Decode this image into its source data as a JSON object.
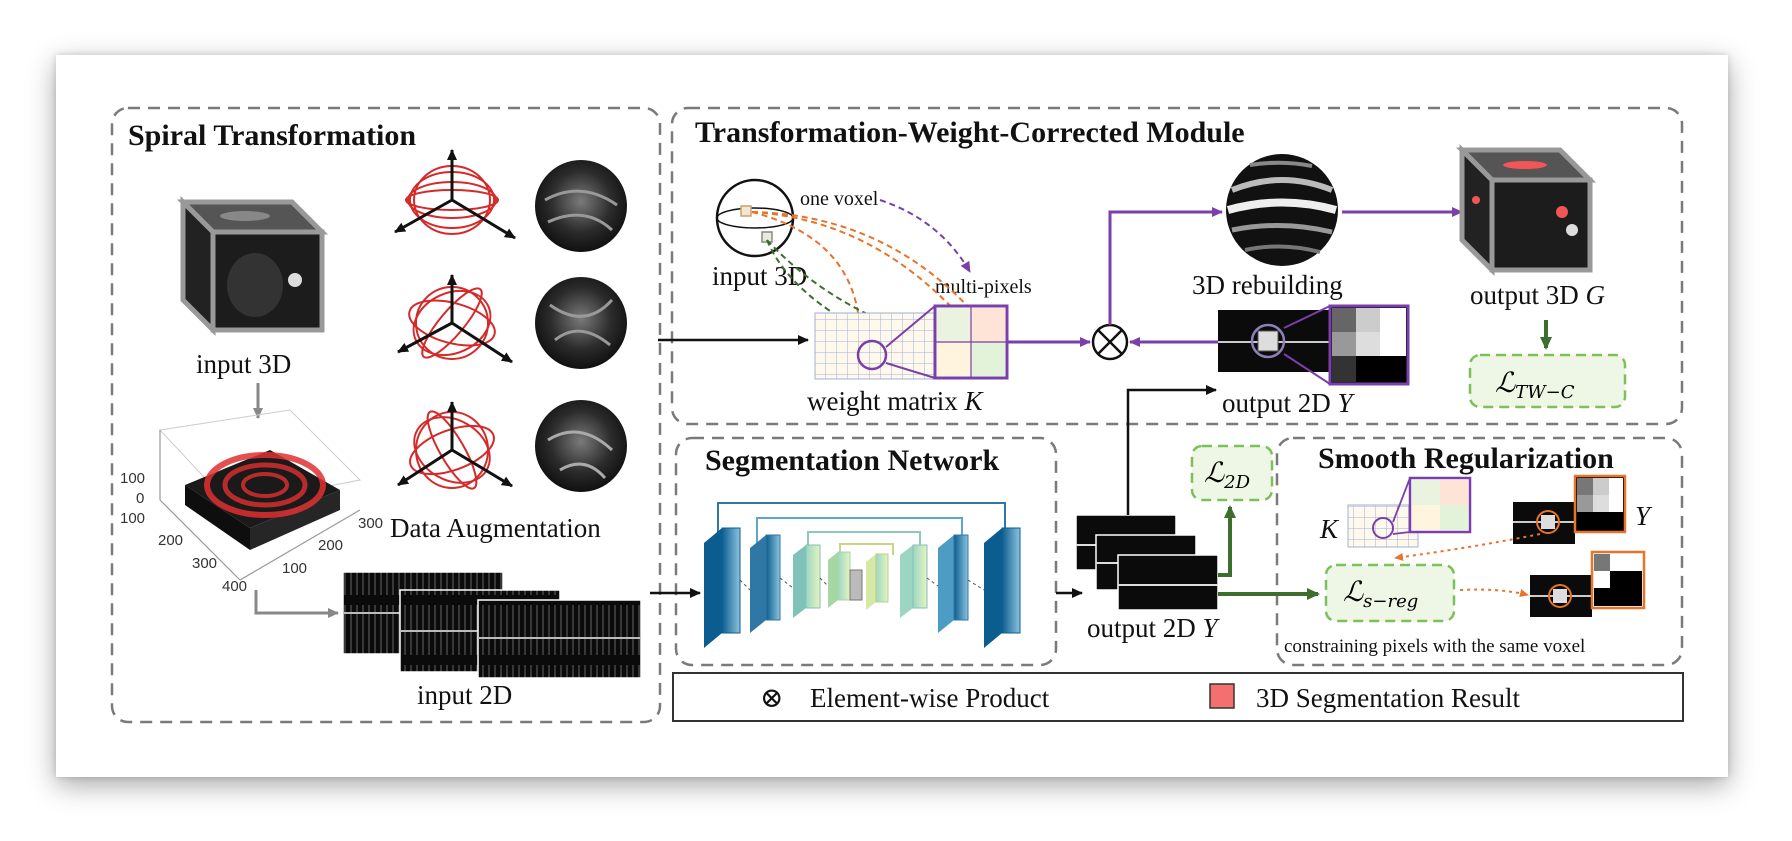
{
  "panels": {
    "spiral": {
      "title": "Spiral  Transformation",
      "input_3d": "input 3D",
      "data_aug": "Data Augmentation",
      "input_2d": "input 2D",
      "ticks_vertical": [
        "100",
        "0",
        "100"
      ],
      "ticks_left": [
        "200",
        "300",
        "400"
      ],
      "ticks_right": [
        "300",
        "200",
        "100"
      ]
    },
    "twc": {
      "title": "Transformation-Weight-Corrected Module",
      "one_voxel": "one voxel",
      "input_3d": "input 3D",
      "multi_pixels": "multi-pixels",
      "weight_matrix": "weight matrix ",
      "weight_matrix_var": "K",
      "rebuild": "3D rebuilding",
      "output_3d": "output 3D ",
      "output_3d_var": "G",
      "output_2d": "output 2D ",
      "output_2d_var": "Y",
      "loss_main": "ℒ",
      "loss_sub": "TW−C"
    },
    "seg": {
      "title": "Segmentation Network",
      "output_2d": "output 2D ",
      "output_2d_var": "Y",
      "loss_main": "ℒ",
      "loss_sub": "2D"
    },
    "smooth": {
      "title": "Smooth Regularization",
      "k_var": "K",
      "y_var": "Y",
      "loss_main": "ℒ",
      "loss_sub": "s−reg",
      "caption": "constraining pixels with the same voxel"
    }
  },
  "legend": {
    "product_symbol": "⊗",
    "product_label": "Element-wise Product",
    "seg_label": "3D Segmentation Result",
    "seg_color": "#f47070"
  },
  "colors": {
    "purple": "#7a3fa8",
    "orange": "#e8732a",
    "green": "#3c6e2e",
    "loss_fill": "#eef7e6",
    "loss_border": "#7cc05a",
    "dashed_box": "#7a7a7a"
  }
}
